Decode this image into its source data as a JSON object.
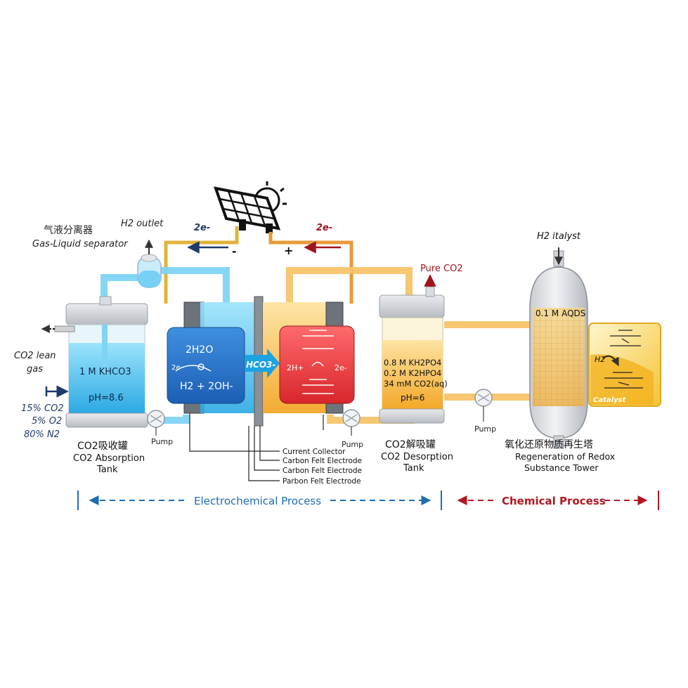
{
  "separator": {
    "label_cn": "气液分离器",
    "label_en": "Gas-Liquid separator",
    "h2_outlet": "H2 outlet"
  },
  "power": {
    "left_e": "2e-",
    "right_e": "2e-",
    "minus": "-",
    "plus": "+"
  },
  "absorption_tank": {
    "content_1": "1 M KHCO3",
    "content_2": "pH=8.6",
    "label_cn": "CO2吸收罐",
    "label_en_1": "CO2 Absorption",
    "label_en_2": "Tank",
    "lean_gas_1": "CO2 lean",
    "lean_gas_2": "gas",
    "feed_1": "15% CO2",
    "feed_2": "5% O2",
    "feed_3": "80% N2"
  },
  "pumps": {
    "pump_1": "Pump",
    "pump_2": "Pump",
    "pump_3": "Pump"
  },
  "cathode": {
    "reactant": "2H2O",
    "electrons": "2e-",
    "product": "H2 + 2OH-"
  },
  "membrane": {
    "ion": "HCO3-"
  },
  "anode": {
    "protons": "2H+",
    "electrons": "2e-"
  },
  "cell_callouts": {
    "c1": "Current Collector",
    "c2": "Carbon Felt Electrode",
    "c3": "Carbon Felt Electrode",
    "c4": "Parbon Felt Electrode"
  },
  "desorption_tank": {
    "pure_co2": "Pure CO2",
    "content_1": "0.8 M KH2PO4",
    "content_2": "0.2 M K2HPO4",
    "content_3": "34 mM CO2(aq)",
    "content_4": "pH=6",
    "label_cn": "CO2解吸罐",
    "label_en_1": "CO2 Desorption",
    "label_en_2": "Tank"
  },
  "tower": {
    "top_label": "H2 italyst",
    "content": "0.1 M AQDS",
    "label_cn": "氧化还原物质再生塔",
    "label_en_1": "Regeneration of Redox",
    "label_en_2": "Substance Tower"
  },
  "catalyst_inset": {
    "h2": "H2",
    "catalyst": "Catalyst"
  },
  "process_bar": {
    "electrochemical": "Electrochemical Process",
    "chemical": "Chemical Process"
  },
  "colors": {
    "blue_liquid": "#5cc3ec",
    "orange_liquid": "#f6b33b",
    "navy_text": "#1f3a6b",
    "dark_red": "#a0141c"
  }
}
